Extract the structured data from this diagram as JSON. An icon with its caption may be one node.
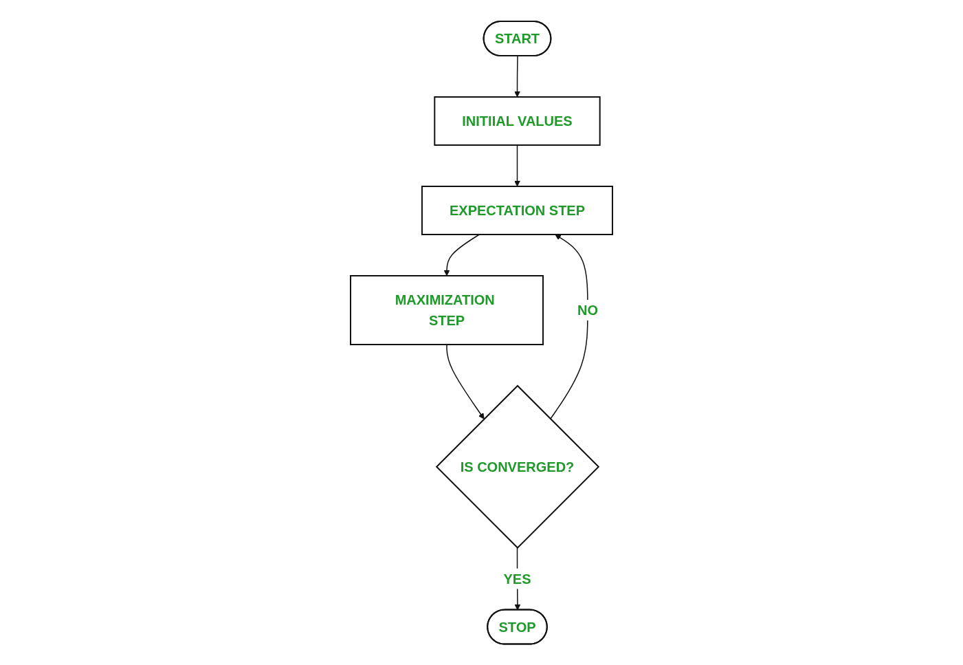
{
  "diagram": {
    "nodes": [
      {
        "text": [
          "START"
        ]
      },
      {
        "text": [
          "INITIIAL VALUES"
        ]
      },
      {
        "text": [
          "EXPECTATION STEP"
        ]
      },
      {
        "text": [
          "MAXIMIZATION STEP"
        ]
      },
      {
        "text": [
          "IS CONVERGED?"
        ]
      },
      {
        "text": [
          "STOP"
        ]
      }
    ],
    "edges": [
      {
        "from": 0,
        "to": 1,
        "arrow": "to"
      },
      {
        "from": 1,
        "to": 2,
        "arrow": "to"
      },
      {
        "from": 2,
        "to": 3,
        "arrow": "to"
      },
      {
        "from": 3,
        "to": 4,
        "arrow": "to"
      },
      {
        "from": 4,
        "to": 2,
        "label": "NO",
        "arrow": "to"
      },
      {
        "from": 4,
        "to": 5,
        "label": "YES",
        "arrow": "to"
      }
    ]
  }
}
